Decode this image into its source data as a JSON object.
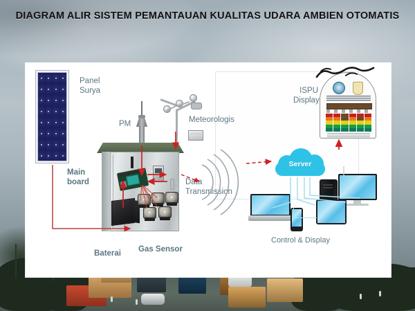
{
  "title": "DIAGRAM  ALIR SISTEM PEMANTAUAN KUALITAS UDARA\nAMBIEN OTOMATIS",
  "background": {
    "scene": "hazy-polluted-sky-over-road-with-trucks",
    "sky_color": "#a8b5bc",
    "road_color": "#55635c"
  },
  "labels": {
    "panel_surya": "Panel\nSurya",
    "pm": "PM",
    "meteorologis": "Meteorologis",
    "main_board": "Main\nboard",
    "baterai": "Baterai",
    "gas_sensor": "Gas Sensor",
    "data_transmission": "Data\nTransmission",
    "server": "Server",
    "ispu_display": "ISPU\nDisplay",
    "control_display": "Control & Display"
  },
  "colors": {
    "label_text": "#5b7682",
    "arrow_red": "#cc2222",
    "connector_red": "#b5443a",
    "cloud_cyan": "#2ec3e6",
    "screen_blue": "#6ecbf0",
    "solar_navy": "#232764",
    "cabinet_gray": "#cdd2d4",
    "roof_green": "#5c6b51",
    "panel_white": "#ffffff"
  },
  "components": {
    "solar_panel": {
      "name": "Panel Surya",
      "cell_columns": 4,
      "cell_rows": 8
    },
    "pm_inlet": {
      "name": "PM"
    },
    "weather_station": {
      "name": "Meteorologis",
      "cups": 3
    },
    "cabinet": {
      "name": "Main board enclosure",
      "gas_sensor_count": 5
    },
    "battery": {
      "name": "Baterai"
    },
    "main_board": {
      "name": "Main board"
    },
    "data_transmission": {
      "name": "Data Transmission",
      "wave_arcs": 4
    },
    "server": {
      "name": "Server",
      "shape": "cloud"
    },
    "ispu_display": {
      "name": "ISPU Display",
      "bar_colors": [
        "#cc1f1f",
        "#e8741c",
        "#e8cf1c",
        "#1f9e4a",
        "#0f7a5a"
      ],
      "columns": 6
    },
    "control_display": {
      "name": "Control & Display",
      "devices": [
        "laptop",
        "desktop-tower",
        "monitor",
        "tablet",
        "smartphone"
      ]
    }
  },
  "flow": [
    {
      "from": "Panel Surya",
      "to": "Baterai"
    },
    {
      "from": "Baterai",
      "to": "Main board"
    },
    {
      "from": "PM",
      "to": "Main board"
    },
    {
      "from": "Meteorologis",
      "to": "Main board"
    },
    {
      "from": "Gas Sensor",
      "to": "Main board"
    },
    {
      "from": "Main board",
      "to": "Data Transmission"
    },
    {
      "from": "Data Transmission",
      "to": "Server"
    },
    {
      "from": "Server",
      "to": "Control & Display"
    },
    {
      "from": "Server",
      "to": "ISPU Display"
    }
  ]
}
